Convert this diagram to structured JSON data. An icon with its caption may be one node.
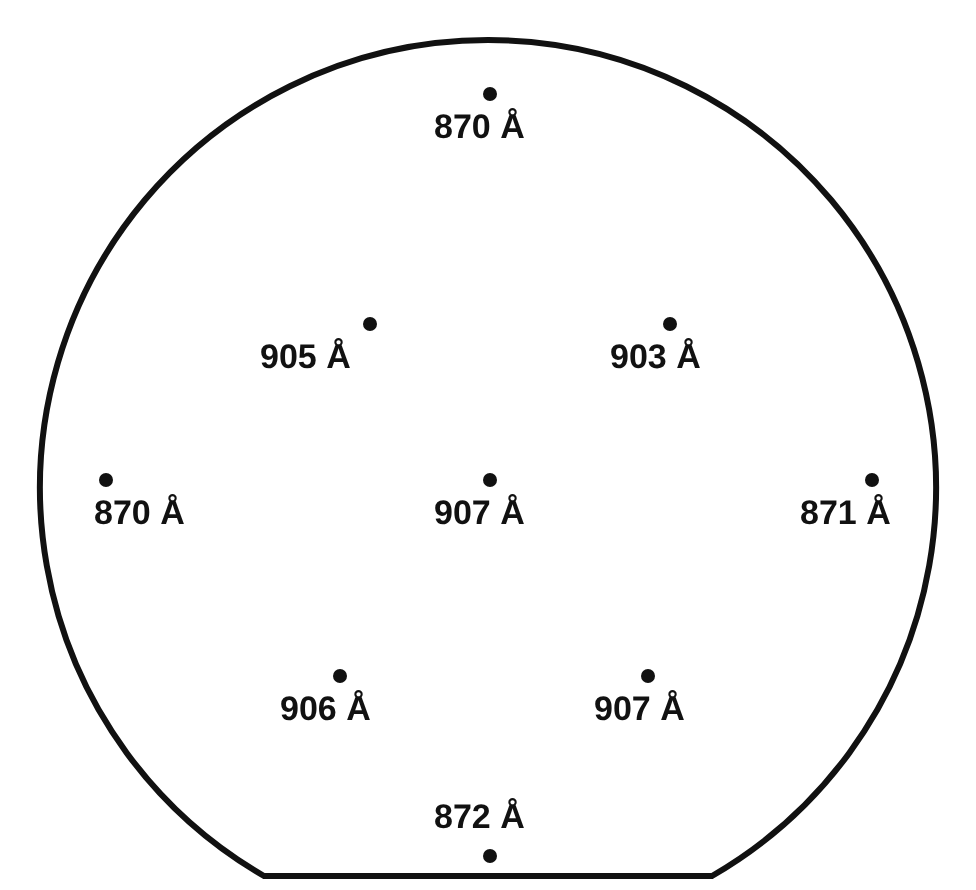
{
  "diagram": {
    "labels": [
      "870 Å",
      "905 Å",
      "903 Å",
      "870 Å",
      "907 Å",
      "871 Å",
      "906 Å",
      "907 Å",
      "872 Å"
    ]
  }
}
